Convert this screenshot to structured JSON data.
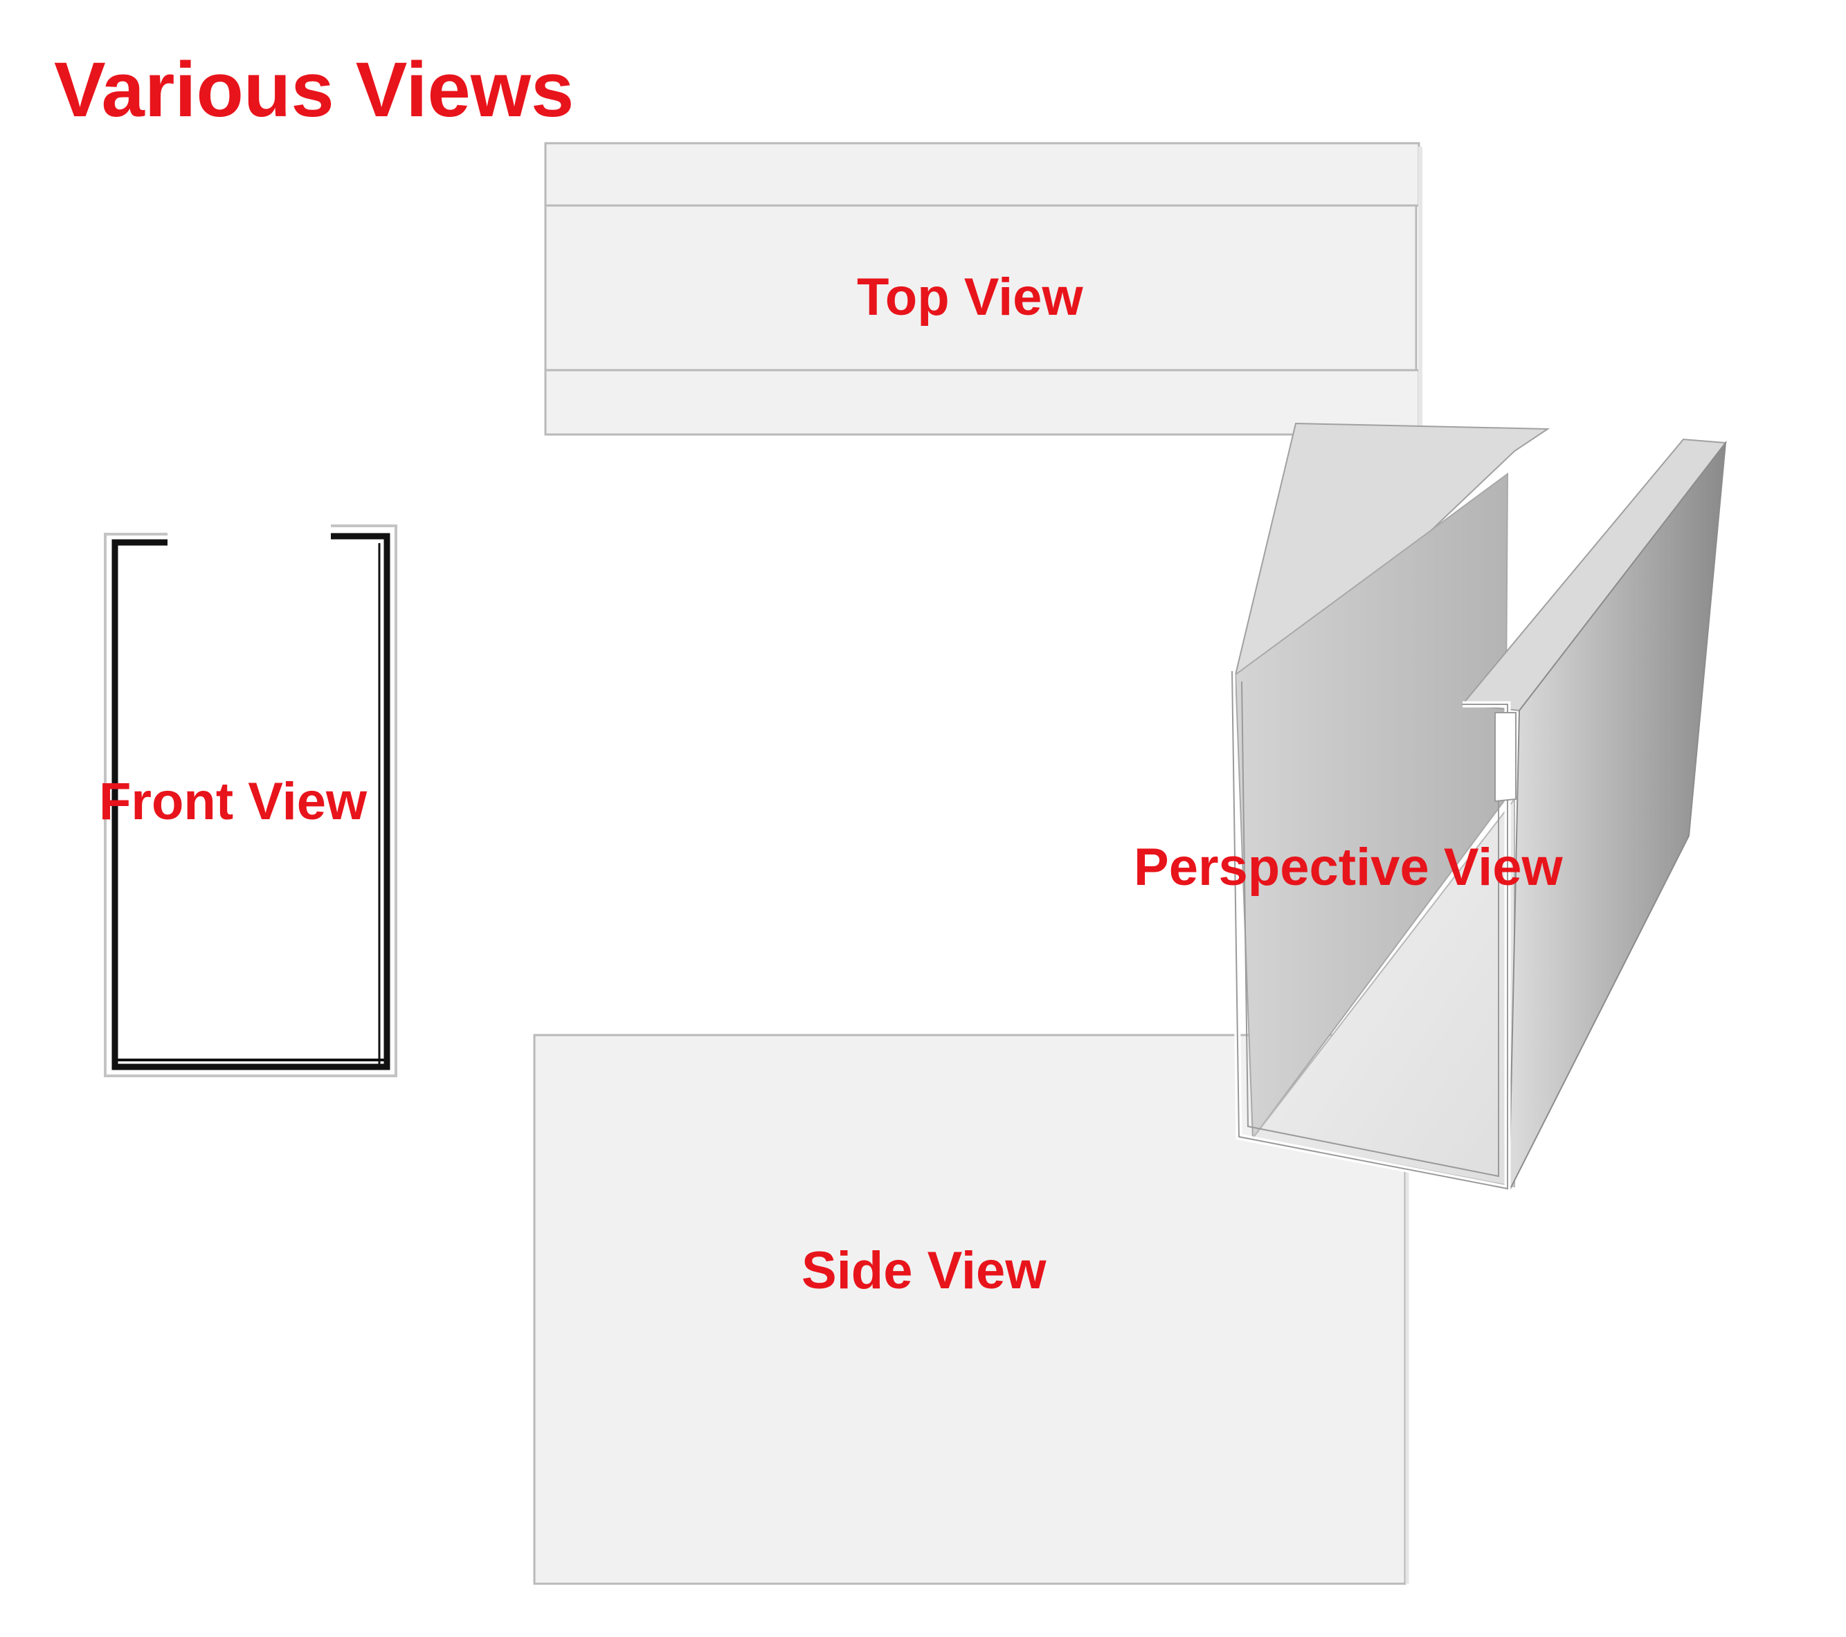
{
  "title": "Various Views",
  "labels": {
    "top_view": "Top View",
    "front_view": "Front View",
    "side_view": "Side View",
    "perspective_view": "Perspective View"
  },
  "colors": {
    "label": "#e8141b",
    "panel_fill": "#f1f1f1",
    "panel_stroke": "#b9b9b9",
    "profile_line": "#111111"
  }
}
